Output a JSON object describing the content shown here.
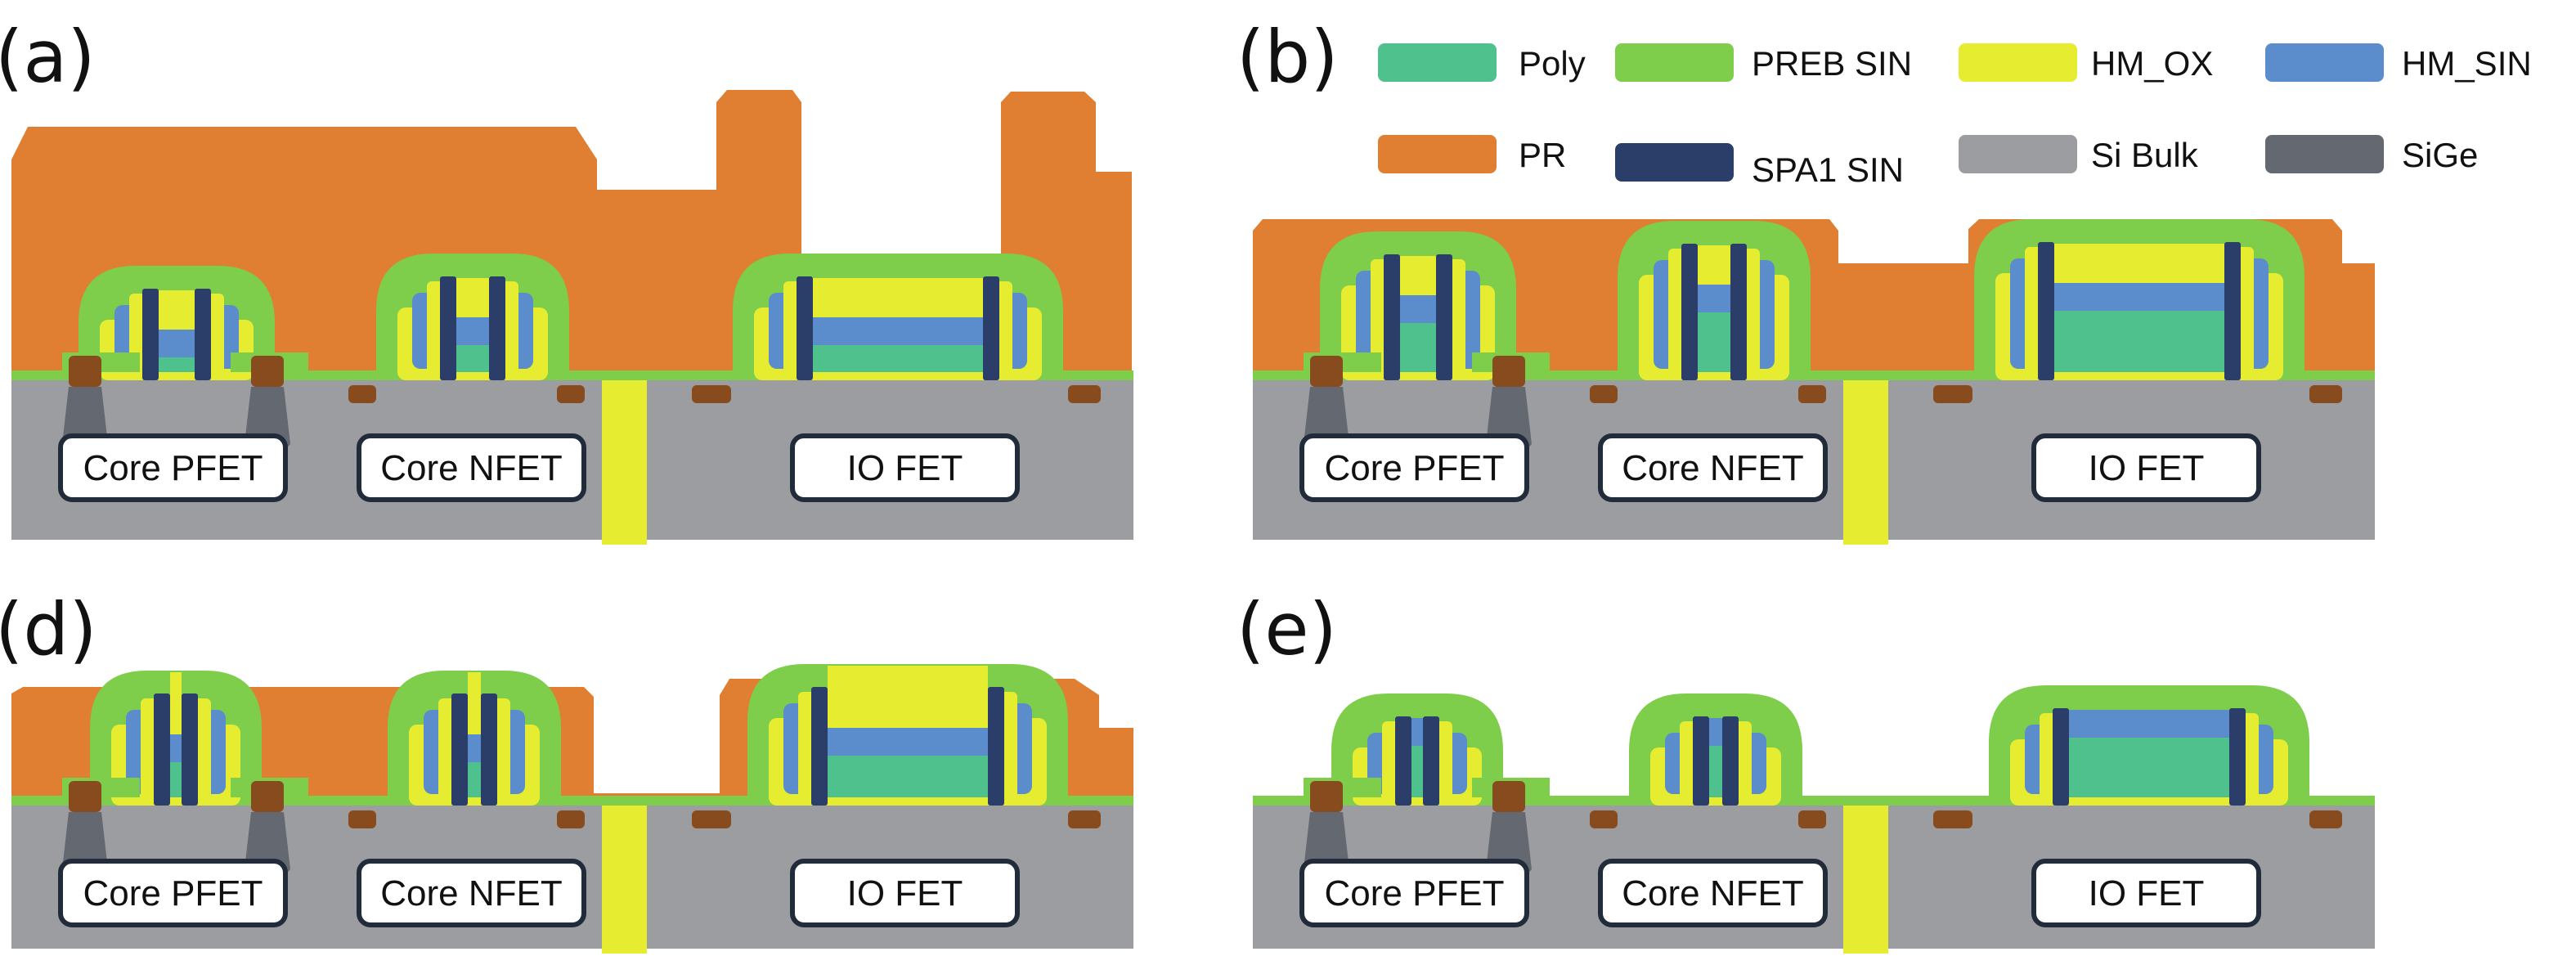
{
  "figure": {
    "panels": [
      {
        "id": "a",
        "letter": "(a)"
      },
      {
        "id": "b",
        "letter": "(b)"
      },
      {
        "id": "d",
        "letter": "(d)"
      },
      {
        "id": "e",
        "letter": "(e)"
      }
    ],
    "device_labels": [
      "Core PFET",
      "Core NFET",
      "IO FET"
    ]
  },
  "legend": {
    "items": [
      {
        "key": "poly",
        "label": "Poly",
        "color": "#4fc18c"
      },
      {
        "key": "preb_sin",
        "label": "PREB SIN",
        "color": "#7ecd4b"
      },
      {
        "key": "hm_ox",
        "label": "HM_OX",
        "color": "#e6ec30"
      },
      {
        "key": "hm_sin",
        "label": "HM_SIN",
        "color": "#5b8ccc"
      },
      {
        "key": "pr",
        "label": "PR",
        "color": "#e07f31"
      },
      {
        "key": "spa1_sin",
        "label": "SPA1 SIN",
        "color": "#2b3e6a"
      },
      {
        "key": "si_bulk",
        "label": "Si Bulk",
        "color": "#9c9da0"
      },
      {
        "key": "sige",
        "label": "SiGe",
        "color": "#646870"
      }
    ]
  },
  "colors": {
    "contact": "#874b1e",
    "label_border": "#222b3a",
    "label_fill": "#ffffff"
  }
}
